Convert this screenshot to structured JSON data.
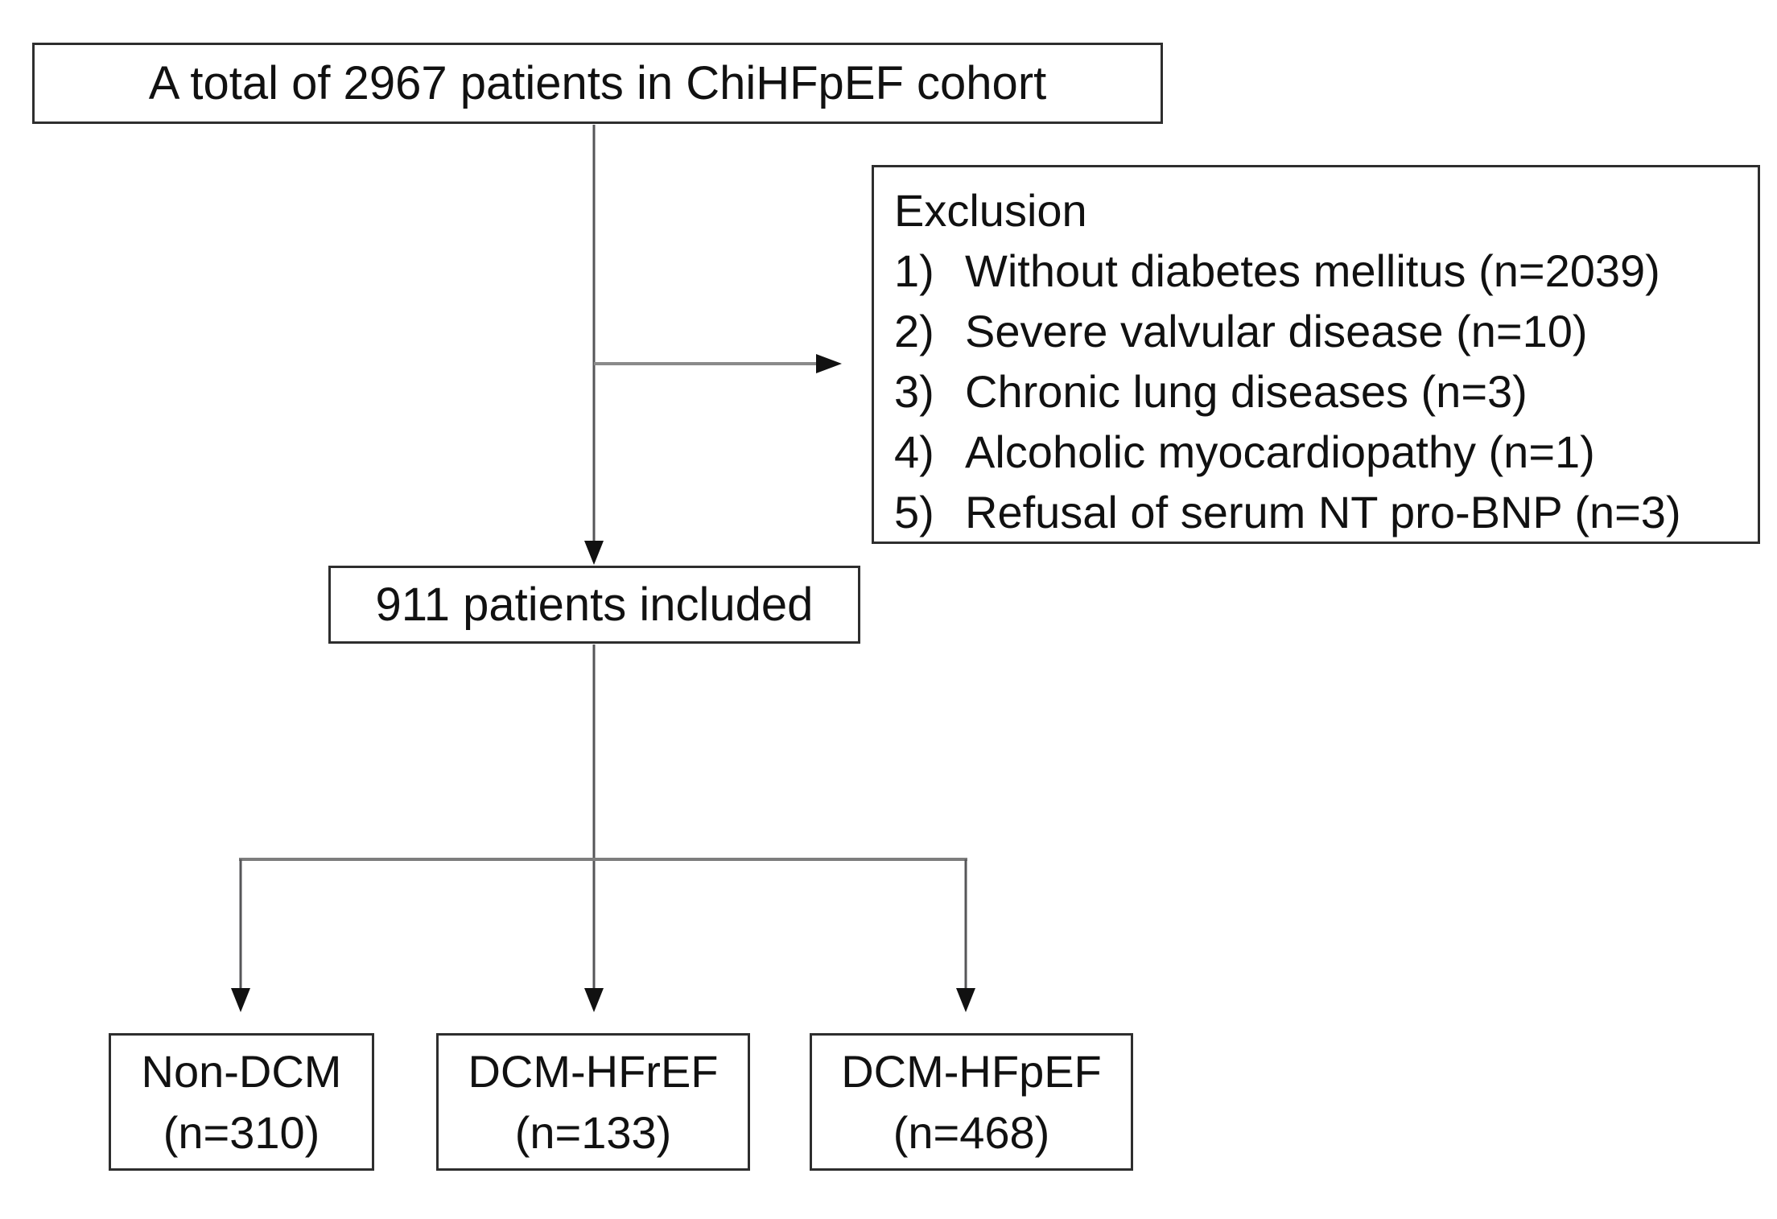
{
  "diagram": {
    "cohort_box": {
      "label": "A total of 2967 patients in ChiHFpEF cohort"
    },
    "exclusion_box": {
      "title": "Exclusion",
      "items": [
        {
          "num": "1)",
          "text": "Without diabetes mellitus (n=2039)"
        },
        {
          "num": "2)",
          "text": "Severe valvular disease (n=10)"
        },
        {
          "num": "3)",
          "text": "Chronic lung diseases (n=3)"
        },
        {
          "num": "4)",
          "text": "Alcoholic myocardiopathy (n=1)"
        },
        {
          "num": "5)",
          "text": "Refusal of serum NT pro-BNP (n=3)"
        }
      ]
    },
    "included_box": {
      "label": "911 patients included"
    },
    "outcome_boxes": [
      {
        "name": "Non-DCM",
        "count": "(n=310)"
      },
      {
        "name": "DCM-HFrEF",
        "count": "(n=133)"
      },
      {
        "name": "DCM-HFpEF",
        "count": "(n=468)"
      }
    ],
    "colors": {
      "line_gray": "#7d7d7d",
      "line_dark": "#565658",
      "arrowhead": "#111111",
      "border": "#2e2e2e"
    }
  }
}
